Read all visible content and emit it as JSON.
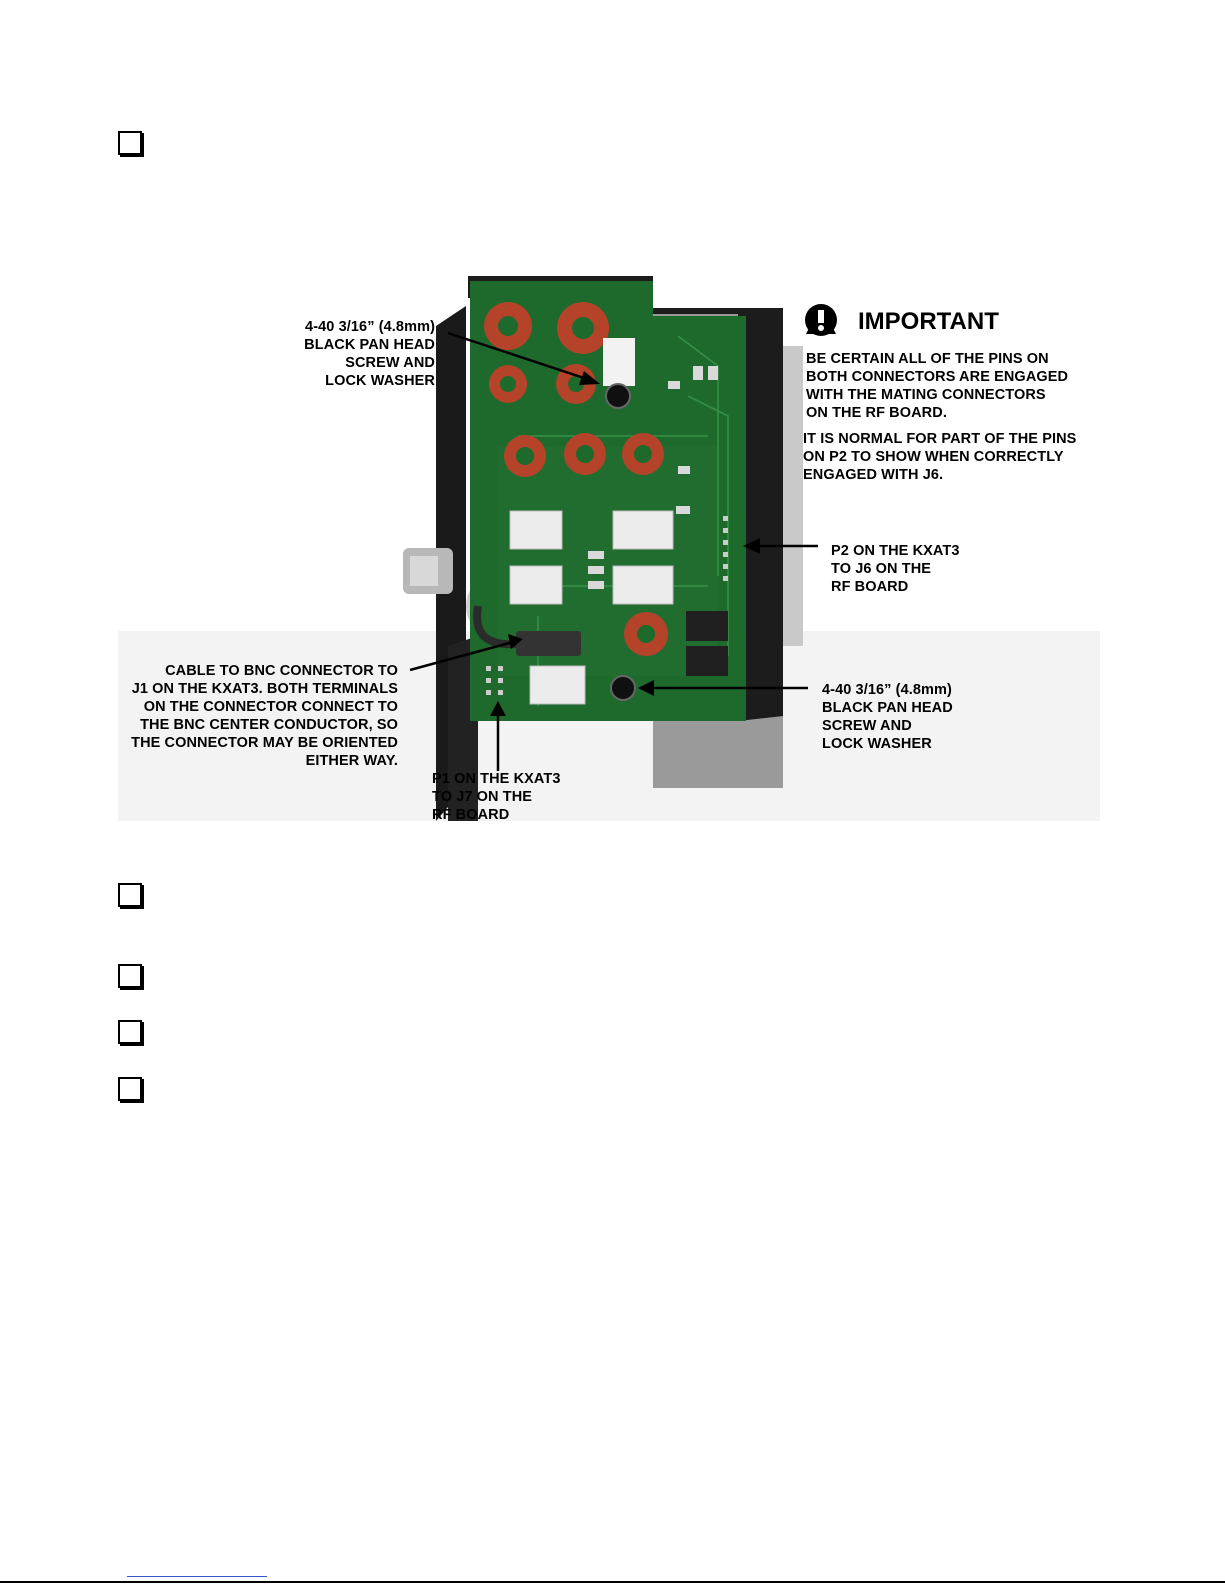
{
  "checkboxes": [
    {
      "id": "step-1",
      "checked": false
    },
    {
      "id": "step-2",
      "checked": false
    },
    {
      "id": "step-3",
      "checked": false
    },
    {
      "id": "step-4",
      "checked": false
    },
    {
      "id": "step-5",
      "checked": false
    }
  ],
  "figure": {
    "callout_screw_top": "4-40 3/16” (4.8mm)\nBLACK PAN HEAD\nSCREW AND\nLOCK WASHER",
    "important_title": "IMPORTANT",
    "important_text_1": "BE CERTAIN ALL OF THE PINS ON\nBOTH CONNECTORS ARE ENGAGED\nWITH THE MATING CONNECTORS\nON THE RF BOARD.",
    "important_text_2": "IT IS NORMAL FOR  PART OF THE PINS\nON P2 TO SHOW WHEN CORRECTLY\nENGAGED WITH J6.",
    "callout_p2": "P2 ON THE KXAT3\nTO J6 ON THE\nRF BOARD",
    "callout_cable": "CABLE TO BNC CONNECTOR TO\nJ1 ON THE KXAT3. BOTH TERMINALS\nON THE CONNECTOR CONNECT TO\nTHE BNC CENTER CONDUCTOR, SO\nTHE CONNECTOR MAY BE ORIENTED\nEITHER WAY.",
    "callout_screw_bottom": "4-40 3/16” (4.8mm)\nBLACK PAN HEAD\nSCREW AND\nLOCK WASHER",
    "callout_p1": "P1 ON THE KXAT3\nTO J7 ON THE\nRF BOARD"
  },
  "colors": {
    "pcb_green": "#1e6a2c",
    "toroid_copper": "#b5432a",
    "case_black": "#1c1c1c"
  }
}
